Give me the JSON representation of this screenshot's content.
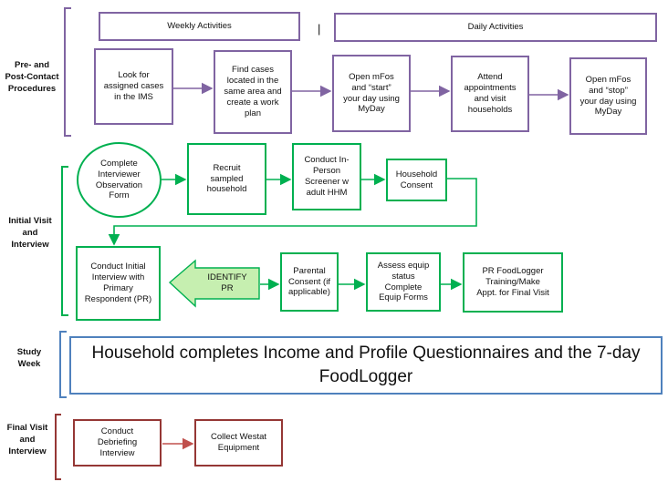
{
  "phases": {
    "pre_post": "Pre- and\nPost-Contact\nProcedures",
    "initial": "Initial Visit\nand\nInterview",
    "study": "Study\nWeek",
    "final": "Final Visit\nand\nInterview"
  },
  "headers": {
    "weekly": "Weekly Activities",
    "daily": "Daily Activities"
  },
  "cursor_mark": "|",
  "pre_post_steps": [
    "Look for\nassigned cases\nin the IMS",
    "Find cases\nlocated in the\nsame area and\ncreate a work\nplan",
    "Open mFos\nand “start”\nyour day using\nMyDay",
    "Attend\nappointments\nand visit\nhouseholds",
    "Open mFos\nand “stop”\nyour day using\nMyDay"
  ],
  "initial_steps": {
    "observation": "Complete\nInterviewer\nObservation\nForm",
    "recruit": "Recruit\nsampled\nhousehold",
    "screener": "Conduct In-\nPerson\nScreener w\nadult HHM",
    "consent": "Household\nConsent",
    "initial_interview": "Conduct Initial\nInterview with\nPrimary\nRespondent (PR)",
    "identify": "IDENTIFY\nPR",
    "parental": "Parental\nConsent (if\napplicable)",
    "equip": "Assess equip\nstatus\nComplete\nEquip Forms",
    "training": "PR FoodLogger\nTraining/Make\nAppt. for Final Visit"
  },
  "study_week_text": "Household completes Income and Profile Questionnaires and the 7-day FoodLogger",
  "final_steps": {
    "debrief": "Conduct\nDebriefing\nInterview",
    "collect": "Collect Westat\nEquipment"
  },
  "colors": {
    "purple": "#8064a2",
    "green": "#00b050",
    "blue": "#4f81bd",
    "dark_red": "#953735",
    "identify_fill": "#c6efb0"
  }
}
